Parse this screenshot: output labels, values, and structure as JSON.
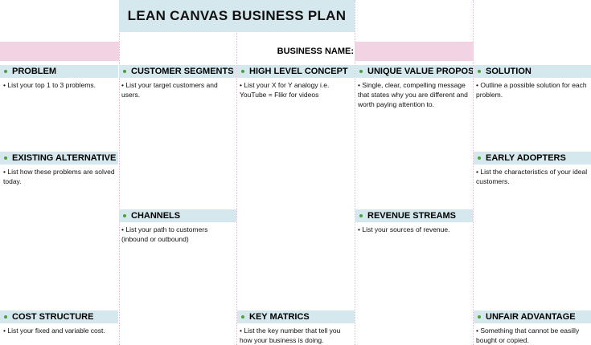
{
  "title": "LEAN CANVAS BUSINESS PLAN",
  "business_name_label": "BUSINESS NAME:",
  "colors": {
    "header_bg": "#d5e8ee",
    "pink_fill": "#f2d3e3",
    "bullet": "#4a9e3b"
  },
  "sections": {
    "problem": {
      "title": "PROBLEM",
      "body": "• List your top 1 to 3 problems."
    },
    "customer_segments": {
      "title": "CUSTOMER SEGMENTS",
      "body": "• List your target customers and users."
    },
    "high_level_concept": {
      "title": "HIGH LEVEL CONCEPT",
      "body": "• List your X for Y analogy i.e. YouTube = Flikr for videos"
    },
    "unique_value": {
      "title": "UNIQUE VALUE PROPOS",
      "body": "• Single, clear, compelling message that states why you are different and worth paying attention to."
    },
    "solution": {
      "title": "SOLUTION",
      "body": "• Outline a possible solution for each problem."
    },
    "existing_alternatives": {
      "title": "EXISTING ALTERNATIVE",
      "body": "• List how these problems are solved today."
    },
    "early_adopters": {
      "title": "EARLY ADOPTERS",
      "body": "• List the characteristics of your ideal customers."
    },
    "channels": {
      "title": "CHANNELS",
      "body": "• List your path to customers (inbound or outbound)"
    },
    "revenue_streams": {
      "title": "REVENUE STREAMS",
      "body": "• List your sources of revenue."
    },
    "cost_structure": {
      "title": "COST STRUCTURE",
      "body": "• List your fixed and variable cost."
    },
    "key_metrics": {
      "title": "KEY MATRICS",
      "body": "• List the key number that tell you how your business is doing."
    },
    "unfair_advantage": {
      "title": "UNFAIR ADVANTAGE",
      "body": "• Something that cannot be easilly bought or copied."
    }
  }
}
